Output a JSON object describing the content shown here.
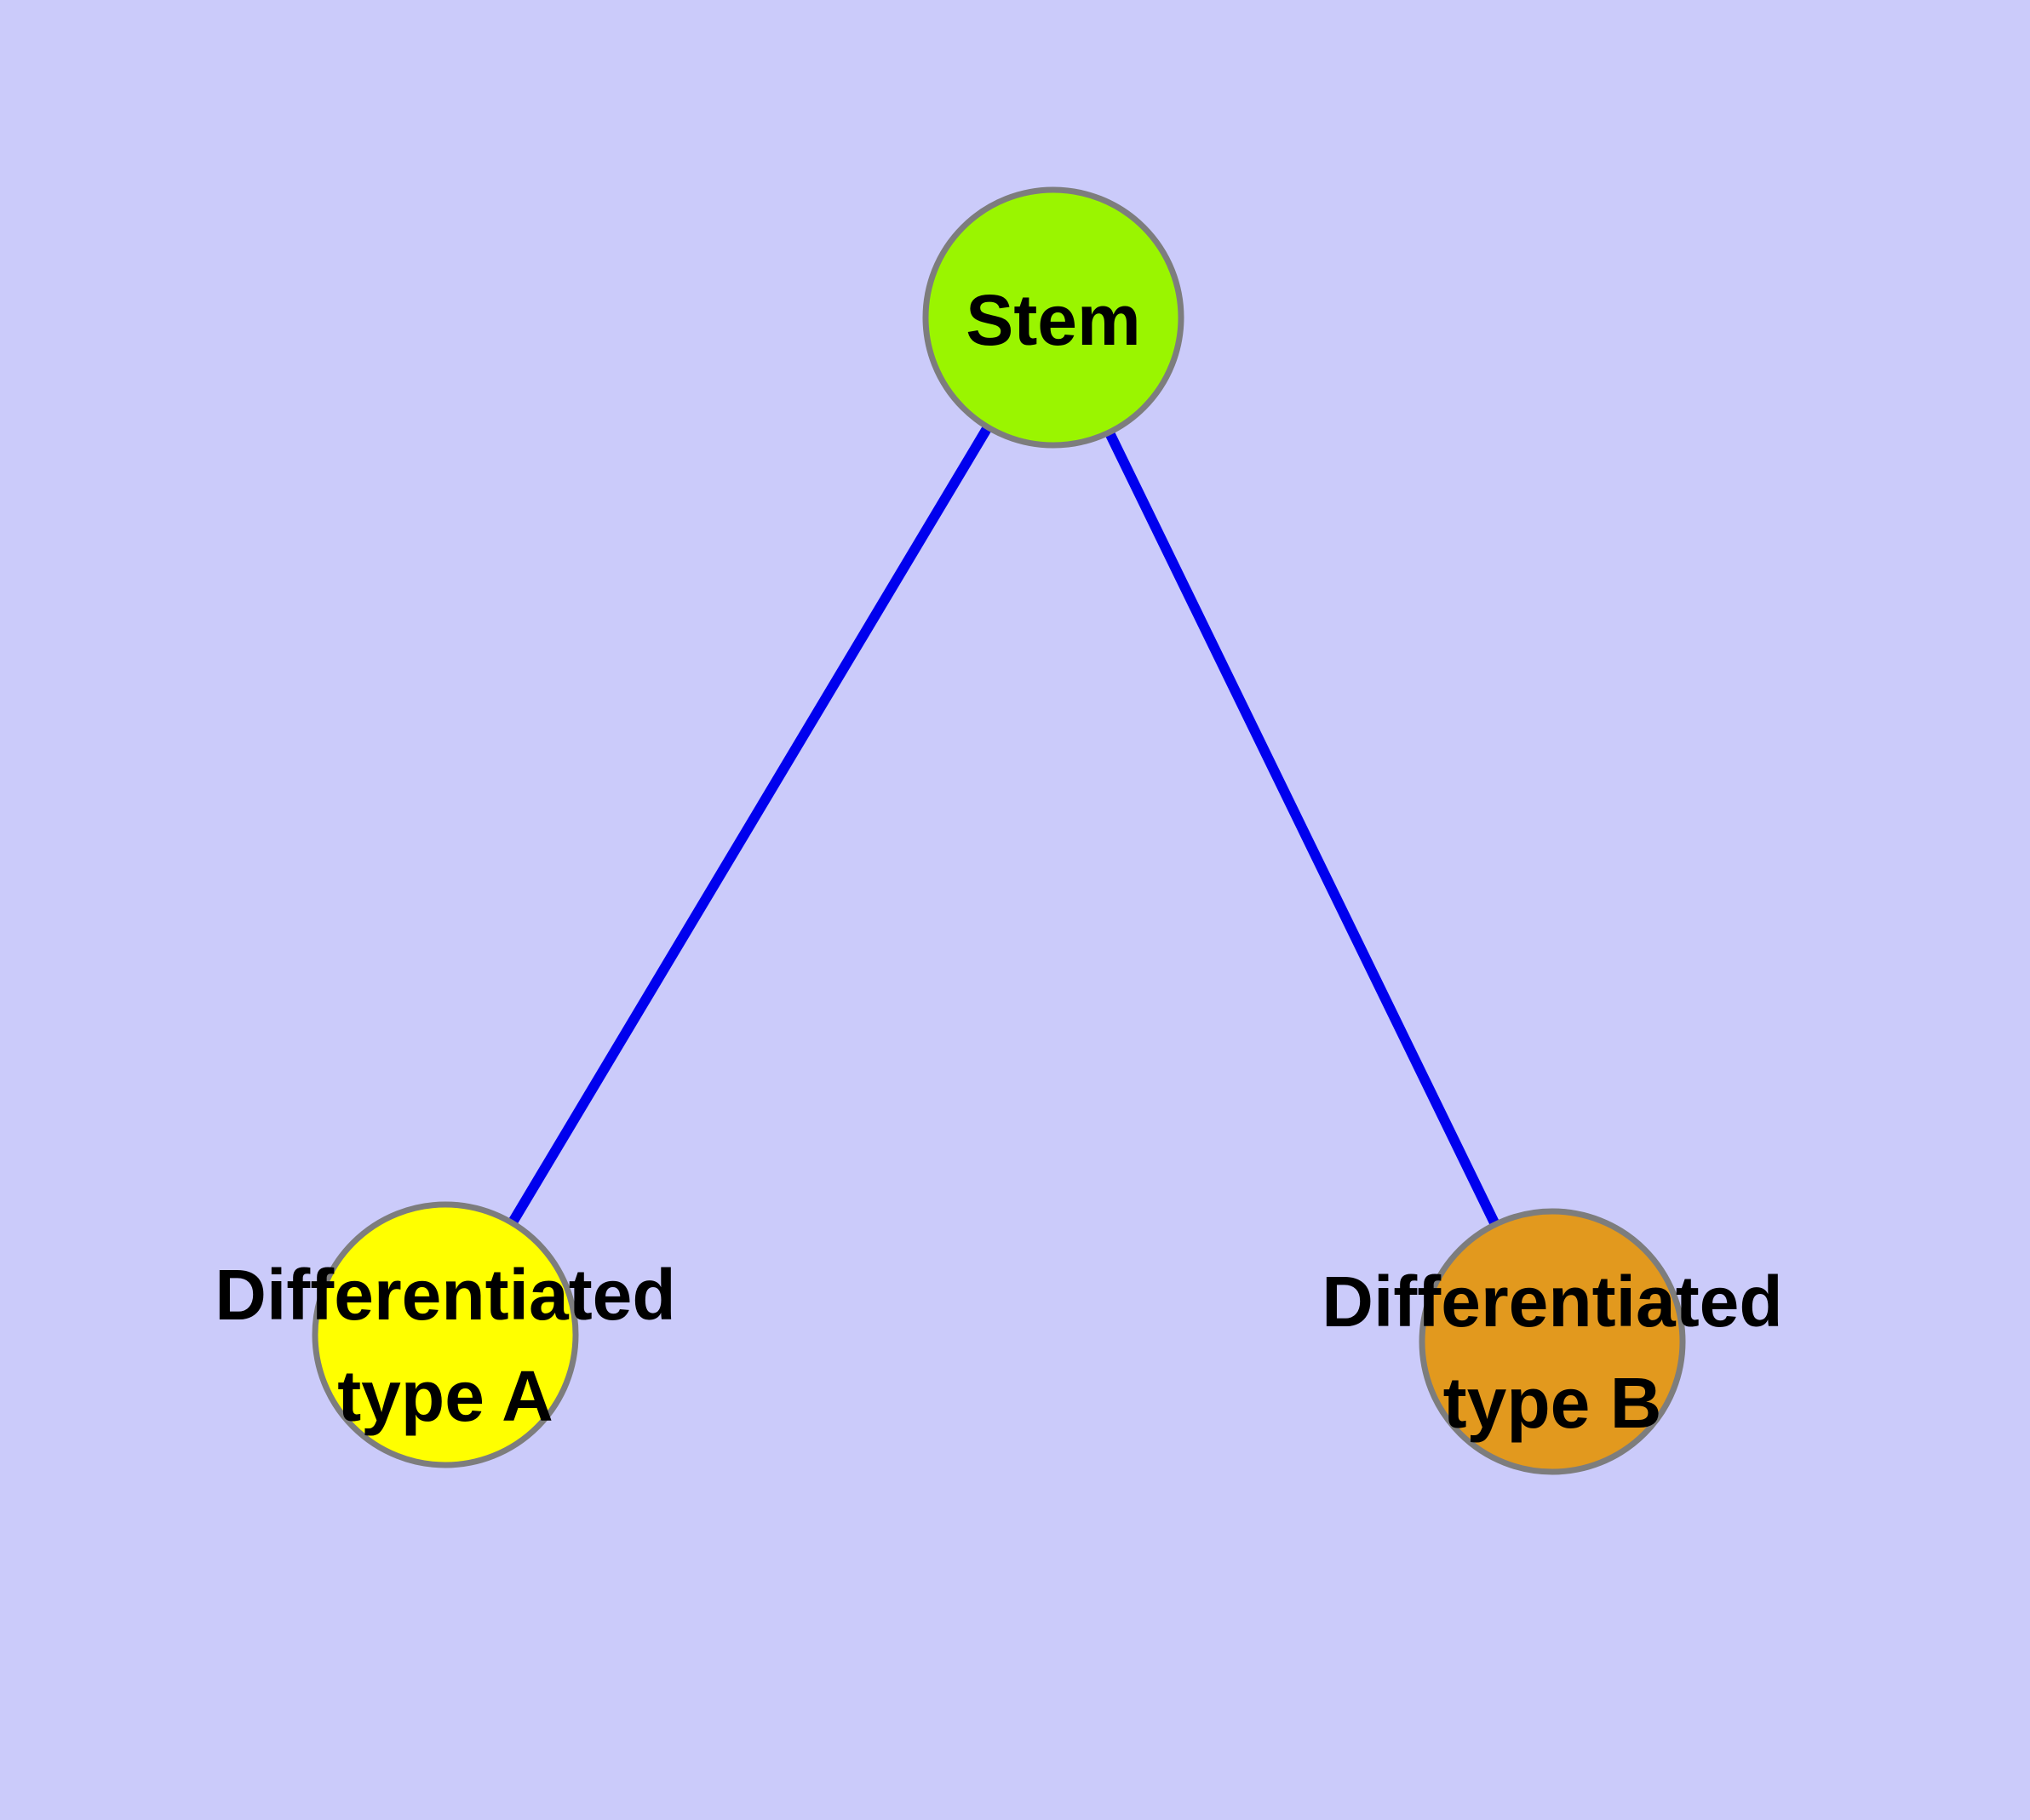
{
  "diagram": {
    "type": "graph",
    "description": "Stem cell differentiation graph: one stem node linked to two differentiated cell type nodes",
    "background_color": "#CBCBFA",
    "node_border_color": "#7D7D7D",
    "label_text_color": "#000000",
    "nodes": [
      {
        "id": "stem",
        "label": "Stem",
        "label_lines": [
          "Stem"
        ],
        "fill": "#9AF500",
        "shape": "circle"
      },
      {
        "id": "differentiated-type-a",
        "label": "Differentiated type A",
        "label_lines": [
          "Differentiated",
          "type A"
        ],
        "fill": "#FFFF00",
        "shape": "circle"
      },
      {
        "id": "differentiated-type-b",
        "label": "Differentiated type B",
        "label_lines": [
          "Differentiated",
          "type B"
        ],
        "fill": "#E2991E",
        "shape": "circle"
      }
    ],
    "edges": [
      {
        "from": "stem",
        "to": "differentiated-type-a",
        "color": "#0000EE"
      },
      {
        "from": "stem",
        "to": "differentiated-type-b",
        "color": "#0000EE"
      }
    ]
  }
}
